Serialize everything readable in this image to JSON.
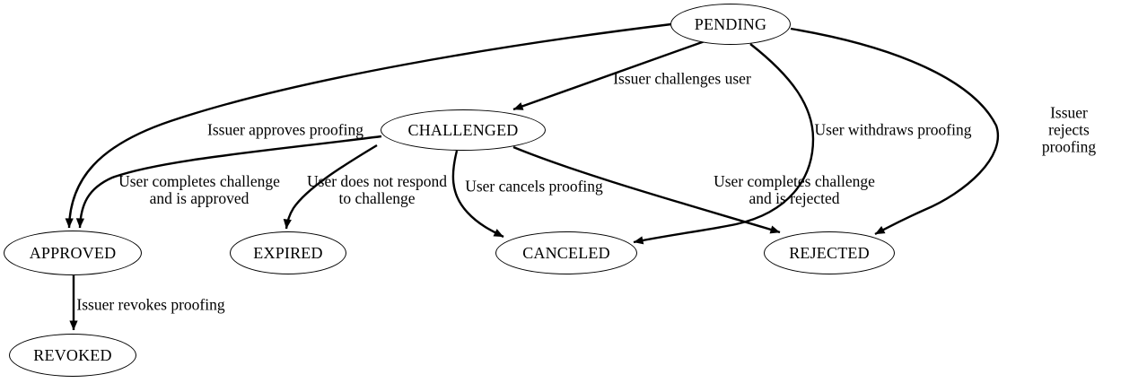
{
  "diagram": {
    "type": "state-transition-graph",
    "colors": {
      "background": "#ffffff",
      "node_fill": "#ffffff",
      "stroke": "#000000",
      "text": "#000000"
    },
    "nodes": [
      {
        "id": "pending",
        "label": "PENDING"
      },
      {
        "id": "challenged",
        "label": "CHALLENGED"
      },
      {
        "id": "approved",
        "label": "APPROVED"
      },
      {
        "id": "expired",
        "label": "EXPIRED"
      },
      {
        "id": "canceled",
        "label": "CANCELED"
      },
      {
        "id": "rejected",
        "label": "REJECTED"
      },
      {
        "id": "revoked",
        "label": "REVOKED"
      }
    ],
    "edges": [
      {
        "from": "PENDING",
        "to": "CHALLENGED",
        "label": "Issuer challenges user"
      },
      {
        "from": "PENDING",
        "to": "APPROVED",
        "label": "Issuer approves proofing"
      },
      {
        "from": "PENDING",
        "to": "CANCELED",
        "label": "User withdraws proofing"
      },
      {
        "from": "PENDING",
        "to": "REJECTED",
        "label": "Issuer rejects proofing"
      },
      {
        "from": "CHALLENGED",
        "to": "APPROVED",
        "label": "User completes challenge\nand is approved"
      },
      {
        "from": "CHALLENGED",
        "to": "EXPIRED",
        "label": "User does not respond\nto challenge"
      },
      {
        "from": "CHALLENGED",
        "to": "CANCELED",
        "label": "User cancels proofing"
      },
      {
        "from": "CHALLENGED",
        "to": "REJECTED",
        "label": "User completes challenge\nand is rejected"
      },
      {
        "from": "APPROVED",
        "to": "REVOKED",
        "label": "Issuer revokes proofing"
      }
    ]
  }
}
